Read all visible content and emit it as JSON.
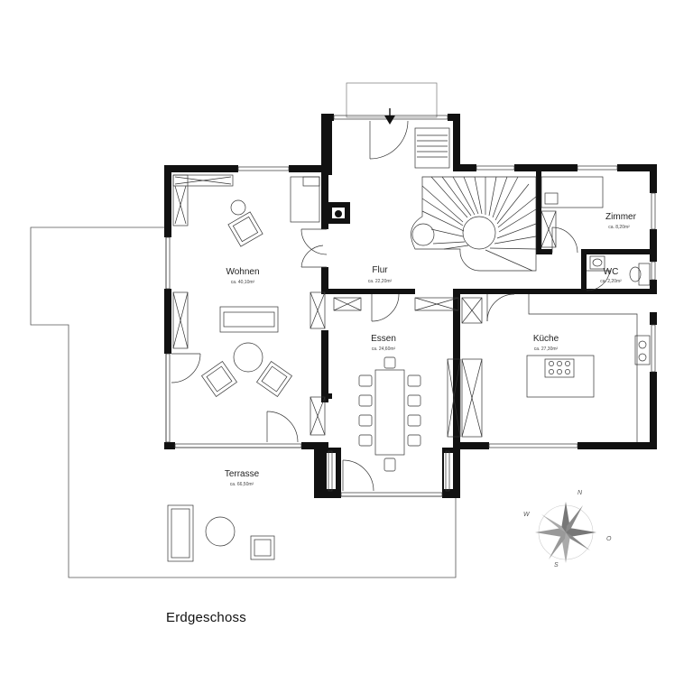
{
  "floor_title": "Erdgeschoss",
  "rooms": {
    "wohnen": {
      "name": "Wohnen",
      "area": "ca. 40,10m²"
    },
    "flur": {
      "name": "Flur",
      "area": "ca. 22,20m²"
    },
    "zimmer": {
      "name": "Zimmer",
      "area": "ca. 8,20m²"
    },
    "wc": {
      "name": "WC",
      "area": "ca. 2,20m²"
    },
    "essen": {
      "name": "Essen",
      "area": "ca. 24,60m²"
    },
    "kueche": {
      "name": "Küche",
      "area": "ca. 27,30m²"
    },
    "terrasse": {
      "name": "Terrasse",
      "area": "ca. 66,50m²"
    }
  },
  "compass": {
    "n": "N",
    "o": "O",
    "s": "S",
    "w": "W"
  }
}
